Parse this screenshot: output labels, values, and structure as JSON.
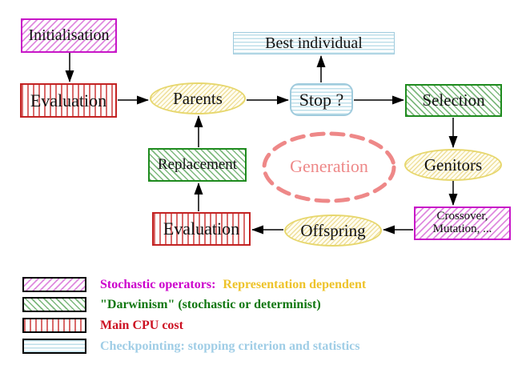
{
  "diagram": {
    "nodes": {
      "initialisation": {
        "label": "Initialisation",
        "style": "magenta-hatch"
      },
      "evaluation_top": {
        "label": "Evaluation",
        "style": "red-stripes"
      },
      "parents": {
        "label": "Parents",
        "style": "yellow-hatch-ellipse"
      },
      "best_individual": {
        "label": "Best individual",
        "style": "cyan-stripes"
      },
      "stop": {
        "label": "Stop ?",
        "style": "cyan-stripes-rounded"
      },
      "selection": {
        "label": "Selection",
        "style": "green-hatch"
      },
      "genitors": {
        "label": "Genitors",
        "style": "yellow-hatch-ellipse"
      },
      "crossover_mutation": {
        "label_line1": "Crossover,",
        "label_line2": "Mutation, ...",
        "style": "magenta-hatch"
      },
      "offspring": {
        "label": "Offspring",
        "style": "yellow-hatch-ellipse"
      },
      "evaluation_bottom": {
        "label": "Evaluation",
        "style": "red-stripes"
      },
      "replacement": {
        "label": "Replacement",
        "style": "green-hatch"
      },
      "generation": {
        "label": "Generation",
        "style": "salmon-dashed-ellipse"
      }
    },
    "edges": [
      "initialisation -> evaluation_top",
      "evaluation_top -> parents",
      "parents -> stop",
      "stop -> best_individual",
      "stop -> selection",
      "selection -> genitors",
      "genitors -> crossover_mutation",
      "crossover_mutation -> offspring",
      "offspring -> evaluation_bottom",
      "evaluation_bottom -> replacement",
      "replacement -> parents"
    ]
  },
  "legend": {
    "items": [
      {
        "swatch": "magenta-hatch",
        "text": "Stochastic operators:",
        "text2": "Representation dependent",
        "text_color": "#cc00cc",
        "text2_color": "#eec32a"
      },
      {
        "swatch": "green-hatch",
        "text": "\"Darwinism\" (stochastic or determinist)",
        "text_color": "#117711"
      },
      {
        "swatch": "red-stripes",
        "text": "Main CPU cost",
        "text_color": "#cc1122"
      },
      {
        "swatch": "cyan-stripes",
        "text": "Checkpointing: stopping criterion and statistics",
        "text_color": "#9fcde6"
      }
    ]
  },
  "palette": {
    "magenta_border": "#c816c8",
    "magenta_hatch": "#df8adf",
    "green_border": "#1e8b1e",
    "green_hatch": "#7cb87c",
    "red_border": "#c32222",
    "red_stripe": "#d96a6a",
    "cyan_border": "#a0cbdd",
    "cyan_stripe": "#bedfea",
    "yellow_border": "#e7d76d",
    "yellow_hatch": "#eede9a",
    "salmon_dashed": "#ee8888",
    "arrow": "#000000",
    "background": "#ffffff"
  }
}
